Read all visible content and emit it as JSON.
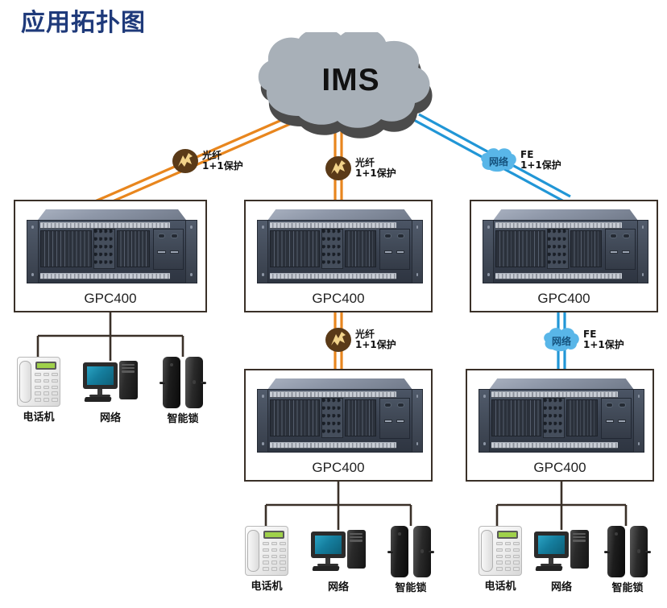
{
  "page": {
    "title": "应用拓扑图",
    "background": "#ffffff",
    "title_color": "#1f3a7a"
  },
  "cloud": {
    "label": "IMS",
    "fill": "#a8b0b8",
    "shadow": "#4b4b4b"
  },
  "colors": {
    "fiber_link": "#e8861e",
    "network_link": "#2196d6",
    "box_border": "#3a3028",
    "branch_line": "#3a3028",
    "chassis": "#39414f"
  },
  "icons": {
    "fiber": {
      "name": "fiber-icon",
      "circle": "#5a3a18",
      "glyph": "#f2d38a"
    },
    "network": {
      "name": "network-cloud-icon",
      "fill": "#59b6e8",
      "text": "网络",
      "text_color": "#1b5f8c"
    }
  },
  "links": [
    {
      "id": "link-ims-gpc-left",
      "type": "fiber",
      "label_line1": "光纤",
      "label_line2": "1+1保护"
    },
    {
      "id": "link-ims-gpc-center",
      "type": "fiber",
      "label_line1": "光纤",
      "label_line2": "1+1保护"
    },
    {
      "id": "link-ims-gpc-right",
      "type": "network",
      "label_line1": "FE",
      "label_line2": "1+1保护"
    },
    {
      "id": "link-gpc-center-sub",
      "type": "fiber",
      "label_line1": "光纤",
      "label_line2": "1+1保护"
    },
    {
      "id": "link-gpc-right-sub",
      "type": "network",
      "label_line1": "FE",
      "label_line2": "1+1保护"
    }
  ],
  "nodes": [
    {
      "id": "gpc-top-left",
      "label": "GPC400"
    },
    {
      "id": "gpc-top-center",
      "label": "GPC400"
    },
    {
      "id": "gpc-top-right",
      "label": "GPC400"
    },
    {
      "id": "gpc-bottom-center",
      "label": "GPC400"
    },
    {
      "id": "gpc-bottom-right",
      "label": "GPC400"
    }
  ],
  "device_groups": [
    {
      "id": "devices-left",
      "devices": [
        {
          "icon": "telephone-icon",
          "label": "电话机"
        },
        {
          "icon": "computer-icon",
          "label": "网络"
        },
        {
          "icon": "smart-lock-icon",
          "label": "智能锁"
        }
      ]
    },
    {
      "id": "devices-center",
      "devices": [
        {
          "icon": "telephone-icon",
          "label": "电话机"
        },
        {
          "icon": "computer-icon",
          "label": "网络"
        },
        {
          "icon": "smart-lock-icon",
          "label": "智能锁"
        }
      ]
    },
    {
      "id": "devices-right",
      "devices": [
        {
          "icon": "telephone-icon",
          "label": "电话机"
        },
        {
          "icon": "computer-icon",
          "label": "网络"
        },
        {
          "icon": "smart-lock-icon",
          "label": "智能锁"
        }
      ]
    }
  ]
}
